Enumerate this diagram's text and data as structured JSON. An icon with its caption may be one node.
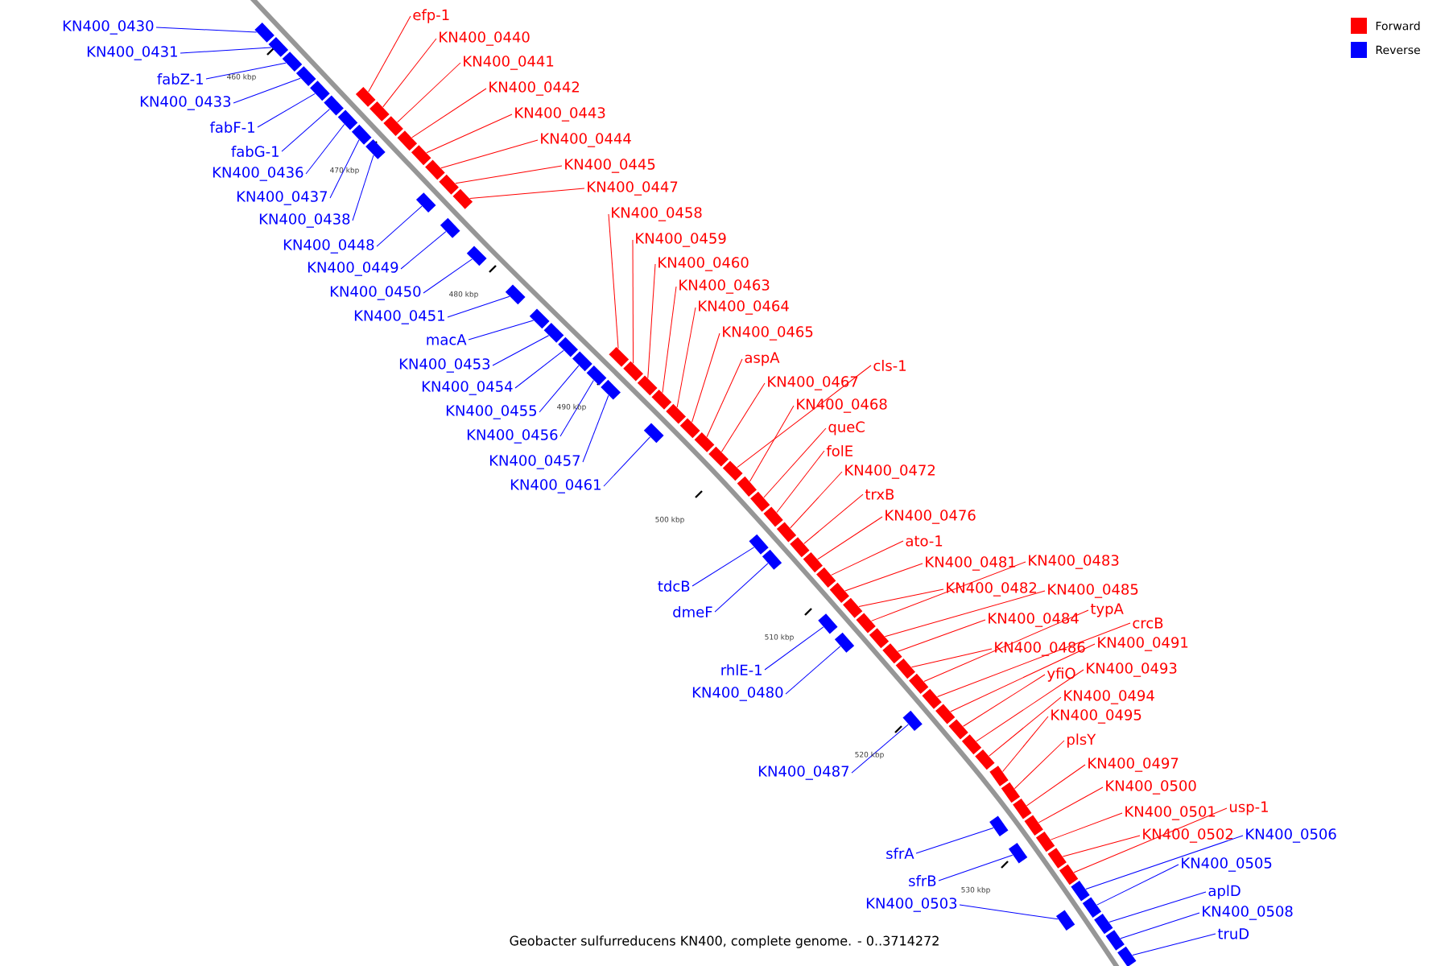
{
  "diagram": {
    "caption": "Geobacter sulfurreducens KN400, complete genome. - 0..3714272",
    "nodes": [
      {
        "text": [
          "KN400_0430"
        ]
      },
      {
        "text": [
          "KN400_0431"
        ]
      },
      {
        "text": [
          "fabZ-1"
        ]
      },
      {
        "text": [
          "KN400_0433"
        ]
      },
      {
        "text": [
          "fabF-1"
        ]
      },
      {
        "text": [
          "fabG-1"
        ]
      },
      {
        "text": [
          "KN400_0436"
        ]
      },
      {
        "text": [
          "KN400_0437"
        ]
      },
      {
        "text": [
          "KN400_0438"
        ]
      },
      {
        "text": [
          "KN400_0448"
        ]
      },
      {
        "text": [
          "KN400_0449"
        ]
      },
      {
        "text": [
          "KN400_0450"
        ]
      },
      {
        "text": [
          "KN400_0451"
        ]
      },
      {
        "text": [
          "macA"
        ]
      },
      {
        "text": [
          "KN400_0453"
        ]
      },
      {
        "text": [
          "KN400_0454"
        ]
      },
      {
        "text": [
          "KN400_0455"
        ]
      },
      {
        "text": [
          "KN400_0456"
        ]
      },
      {
        "text": [
          "KN400_0457"
        ]
      },
      {
        "text": [
          "KN400_0461"
        ]
      },
      {
        "text": [
          "tdcB"
        ]
      },
      {
        "text": [
          "dmeF"
        ]
      },
      {
        "text": [
          "rhlE-1"
        ]
      },
      {
        "text": [
          "KN400_0480"
        ]
      },
      {
        "text": [
          "KN400_0487"
        ]
      },
      {
        "text": [
          "sfrA"
        ]
      },
      {
        "text": [
          "sfrB"
        ]
      },
      {
        "text": [
          "KN400_0503"
        ]
      },
      {
        "text": [
          "efp-1"
        ]
      },
      {
        "text": [
          "KN400_0440"
        ]
      },
      {
        "text": [
          "KN400_0441"
        ]
      },
      {
        "text": [
          "KN400_0442"
        ]
      },
      {
        "text": [
          "KN400_0443"
        ]
      },
      {
        "text": [
          "KN400_0444"
        ]
      },
      {
        "text": [
          "KN400_0445"
        ]
      },
      {
        "text": [
          "KN400_0447"
        ]
      },
      {
        "text": [
          "KN400_0458"
        ]
      },
      {
        "text": [
          "KN400_0459"
        ]
      },
      {
        "text": [
          "KN400_0460"
        ]
      },
      {
        "text": [
          "KN400_0463"
        ]
      },
      {
        "text": [
          "KN400_0464"
        ]
      },
      {
        "text": [
          "KN400_0465"
        ]
      },
      {
        "text": [
          "aspA"
        ]
      },
      {
        "text": [
          "cls-1"
        ]
      },
      {
        "text": [
          "KN400_0467"
        ]
      },
      {
        "text": [
          "KN400_0468"
        ]
      },
      {
        "text": [
          "queC"
        ]
      },
      {
        "text": [
          "folE"
        ]
      },
      {
        "text": [
          "KN400_0472"
        ]
      },
      {
        "text": [
          "trxB"
        ]
      },
      {
        "text": [
          "KN400_0476"
        ]
      },
      {
        "text": [
          "ato-1"
        ]
      },
      {
        "text": [
          "KN400_0481"
        ]
      },
      {
        "text": [
          "KN400_0483"
        ]
      },
      {
        "text": [
          "KN400_0482"
        ]
      },
      {
        "text": [
          "KN400_0485"
        ]
      },
      {
        "text": [
          "KN400_0484"
        ]
      },
      {
        "text": [
          "typA"
        ]
      },
      {
        "text": [
          "crcB"
        ]
      },
      {
        "text": [
          "KN400_0486"
        ]
      },
      {
        "text": [
          "KN400_0491"
        ]
      },
      {
        "text": [
          "yfiO"
        ]
      },
      {
        "text": [
          "KN400_0493"
        ]
      },
      {
        "text": [
          "KN400_0494"
        ]
      },
      {
        "text": [
          "KN400_0495"
        ]
      },
      {
        "text": [
          "plsY"
        ]
      },
      {
        "text": [
          "KN400_0497"
        ]
      },
      {
        "text": [
          "KN400_0500"
        ]
      },
      {
        "text": [
          "KN400_0501"
        ]
      },
      {
        "text": [
          "usp-1"
        ]
      },
      {
        "text": [
          "KN400_0502"
        ]
      },
      {
        "text": [
          "KN400_0506"
        ]
      },
      {
        "text": [
          "KN400_0505"
        ]
      },
      {
        "text": [
          "aplD"
        ]
      },
      {
        "text": [
          "KN400_0508"
        ]
      },
      {
        "text": [
          "truD"
        ]
      },
      {
        "text": [],
        "shape": "box"
      },
      {
        "text": [],
        "shape": "box"
      },
      {
        "text": [],
        "shape": "box"
      },
      {
        "text": [],
        "shape": "box"
      },
      {
        "text": [],
        "shape": "box"
      },
      {
        "text": [],
        "shape": "box"
      },
      {
        "text": [],
        "shape": "box"
      },
      {
        "text": [],
        "shape": "box"
      },
      {
        "text": [],
        "shape": "box"
      },
      {
        "text": [],
        "shape": "box"
      },
      {
        "text": [],
        "shape": "box"
      },
      {
        "text": [],
        "shape": "box"
      },
      {
        "text": [],
        "shape": "box"
      },
      {
        "text": [],
        "shape": "box"
      },
      {
        "text": [],
        "shape": "box"
      },
      {
        "text": [],
        "shape": "box"
      },
      {
        "text": [],
        "shape": "box"
      },
      {
        "text": [],
        "shape": "box"
      },
      {
        "text": [],
        "shape": "box"
      },
      {
        "text": [],
        "shape": "box"
      },
      {
        "text": [],
        "shape": "box"
      },
      {
        "text": [],
        "shape": "box"
      },
      {
        "text": [],
        "shape": "box"
      },
      {
        "text": [],
        "shape": "box"
      },
      {
        "text": [],
        "shape": "box"
      },
      {
        "text": [],
        "shape": "box"
      },
      {
        "text": [],
        "shape": "box"
      },
      {
        "text": [],
        "shape": "box"
      },
      {
        "text": [],
        "shape": "box"
      },
      {
        "text": [],
        "shape": "box"
      },
      {
        "text": [],
        "shape": "box"
      },
      {
        "text": [],
        "shape": "box"
      },
      {
        "text": [],
        "shape": "box"
      },
      {
        "text": [],
        "shape": "box"
      },
      {
        "text": [],
        "shape": "box"
      },
      {
        "text": [],
        "shape": "box"
      },
      {
        "text": [],
        "shape": "box"
      },
      {
        "text": [],
        "shape": "box"
      },
      {
        "text": [],
        "shape": "box"
      },
      {
        "text": [],
        "shape": "box"
      },
      {
        "text": [],
        "shape": "box"
      },
      {
        "text": [],
        "shape": "box"
      },
      {
        "text": [],
        "shape": "box"
      },
      {
        "text": [],
        "shape": "box"
      },
      {
        "text": [],
        "shape": "box"
      },
      {
        "text": [],
        "shape": "box"
      },
      {
        "text": [],
        "shape": "box"
      },
      {
        "text": [],
        "shape": "box"
      },
      {
        "text": [],
        "shape": "box"
      },
      {
        "text": [],
        "shape": "box"
      },
      {
        "text": [],
        "shape": "box"
      },
      {
        "text": [],
        "shape": "box"
      },
      {
        "text": [],
        "shape": "box"
      },
      {
        "text": [],
        "shape": "box"
      },
      {
        "text": [],
        "shape": "box"
      },
      {
        "text": [],
        "shape": "box"
      },
      {
        "text": [],
        "shape": "box"
      },
      {
        "text": [],
        "shape": "box"
      },
      {
        "text": [],
        "shape": "box"
      },
      {
        "text": [],
        "shape": "box"
      },
      {
        "text": [],
        "shape": "box"
      },
      {
        "text": [],
        "shape": "box"
      },
      {
        "text": [],
        "shape": "box"
      },
      {
        "text": [],
        "shape": "box"
      },
      {
        "text": [],
        "shape": "box"
      },
      {
        "text": [],
        "shape": "box"
      },
      {
        "text": [],
        "shape": "box"
      },
      {
        "text": [],
        "shape": "box"
      },
      {
        "text": [],
        "shape": "box"
      },
      {
        "text": [],
        "shape": "box"
      },
      {
        "text": [],
        "shape": "box"
      },
      {
        "text": [],
        "shape": "box"
      },
      {
        "text": [],
        "shape": "box"
      },
      {
        "text": [],
        "shape": "box"
      },
      {
        "text": [],
        "shape": "box"
      },
      {
        "text": [],
        "shape": "box"
      }
    ],
    "edges": [
      {
        "from": 0,
        "to": 76,
        "arrow": "none",
        "color": "#0000ff"
      },
      {
        "from": 1,
        "to": 77,
        "arrow": "none",
        "color": "#0000ff"
      },
      {
        "from": 2,
        "to": 78,
        "arrow": "none",
        "color": "#0000ff"
      },
      {
        "from": 3,
        "to": 79,
        "arrow": "none",
        "color": "#0000ff"
      },
      {
        "from": 4,
        "to": 80,
        "arrow": "none",
        "color": "#0000ff"
      },
      {
        "from": 5,
        "to": 81,
        "arrow": "none",
        "color": "#0000ff"
      },
      {
        "from": 6,
        "to": 82,
        "arrow": "none",
        "color": "#0000ff"
      },
      {
        "from": 7,
        "to": 83,
        "arrow": "none",
        "color": "#0000ff"
      },
      {
        "from": 8,
        "to": 84,
        "arrow": "none",
        "color": "#0000ff"
      },
      {
        "from": 9,
        "to": 93,
        "arrow": "none",
        "color": "#0000ff"
      },
      {
        "from": 10,
        "to": 94,
        "arrow": "none",
        "color": "#0000ff"
      },
      {
        "from": 11,
        "to": 95,
        "arrow": "none",
        "color": "#0000ff"
      },
      {
        "from": 12,
        "to": 96,
        "arrow": "none",
        "color": "#0000ff"
      },
      {
        "from": 13,
        "to": 97,
        "arrow": "none",
        "color": "#0000ff"
      },
      {
        "from": 14,
        "to": 98,
        "arrow": "none",
        "color": "#0000ff"
      },
      {
        "from": 15,
        "to": 99,
        "arrow": "none",
        "color": "#0000ff"
      },
      {
        "from": 16,
        "to": 100,
        "arrow": "none",
        "color": "#0000ff"
      },
      {
        "from": 17,
        "to": 101,
        "arrow": "none",
        "color": "#0000ff"
      },
      {
        "from": 18,
        "to": 102,
        "arrow": "none",
        "color": "#0000ff"
      },
      {
        "from": 19,
        "to": 106,
        "arrow": "none",
        "color": "#0000ff"
      },
      {
        "from": 20,
        "to": 117,
        "arrow": "none",
        "color": "#0000ff"
      },
      {
        "from": 21,
        "to": 118,
        "arrow": "none",
        "color": "#0000ff"
      },
      {
        "from": 22,
        "to": 122,
        "arrow": "none",
        "color": "#0000ff"
      },
      {
        "from": 23,
        "to": 123,
        "arrow": "none",
        "color": "#0000ff"
      },
      {
        "from": 24,
        "to": 129,
        "arrow": "none",
        "color": "#0000ff"
      },
      {
        "from": 25,
        "to": 140,
        "arrow": "none",
        "color": "#0000ff"
      },
      {
        "from": 26,
        "to": 141,
        "arrow": "none",
        "color": "#0000ff"
      },
      {
        "from": 27,
        "to": 144,
        "arrow": "none",
        "color": "#0000ff"
      },
      {
        "from": 28,
        "to": 85,
        "arrow": "none"
      },
      {
        "from": 29,
        "to": 86,
        "arrow": "none"
      },
      {
        "from": 30,
        "to": 87,
        "arrow": "none"
      },
      {
        "from": 31,
        "to": 88,
        "arrow": "none"
      },
      {
        "from": 32,
        "to": 89,
        "arrow": "none"
      },
      {
        "from": 33,
        "to": 90,
        "arrow": "none"
      },
      {
        "from": 34,
        "to": 91,
        "arrow": "none"
      },
      {
        "from": 35,
        "to": 92,
        "arrow": "none"
      },
      {
        "from": 36,
        "to": 103,
        "arrow": "none"
      },
      {
        "from": 37,
        "to": 104,
        "arrow": "none"
      },
      {
        "from": 38,
        "to": 105,
        "arrow": "none"
      },
      {
        "from": 39,
        "to": 107,
        "arrow": "none"
      },
      {
        "from": 40,
        "to": 108,
        "arrow": "none"
      },
      {
        "from": 41,
        "to": 109,
        "arrow": "none"
      },
      {
        "from": 42,
        "to": 110,
        "arrow": "none"
      },
      {
        "from": 43,
        "to": 112,
        "arrow": "none"
      },
      {
        "from": 44,
        "to": 111,
        "arrow": "none"
      },
      {
        "from": 45,
        "to": 113,
        "arrow": "none"
      },
      {
        "from": 46,
        "to": 114,
        "arrow": "none"
      },
      {
        "from": 47,
        "to": 115,
        "arrow": "none"
      },
      {
        "from": 48,
        "to": 116,
        "arrow": "none"
      },
      {
        "from": 49,
        "to": 119,
        "arrow": "none"
      },
      {
        "from": 50,
        "to": 120,
        "arrow": "none"
      },
      {
        "from": 51,
        "to": 121,
        "arrow": "none"
      },
      {
        "from": 52,
        "to": 124,
        "arrow": "none"
      },
      {
        "from": 53,
        "to": 126,
        "arrow": "none"
      },
      {
        "from": 54,
        "to": 125,
        "arrow": "none"
      },
      {
        "from": 55,
        "to": 127,
        "arrow": "none"
      },
      {
        "from": 56,
        "to": 128,
        "arrow": "none"
      },
      {
        "from": 57,
        "to": 131,
        "arrow": "none"
      },
      {
        "from": 58,
        "to": 132,
        "arrow": "none"
      },
      {
        "from": 59,
        "to": 130,
        "arrow": "none"
      },
      {
        "from": 60,
        "to": 133,
        "arrow": "none"
      },
      {
        "from": 61,
        "to": 134,
        "arrow": "none"
      },
      {
        "from": 62,
        "to": 135,
        "arrow": "none"
      },
      {
        "from": 63,
        "to": 136,
        "arrow": "none"
      },
      {
        "from": 64,
        "to": 137,
        "arrow": "none"
      },
      {
        "from": 65,
        "to": 138,
        "arrow": "none"
      },
      {
        "from": 66,
        "to": 139,
        "arrow": "none"
      },
      {
        "from": 67,
        "to": 142,
        "arrow": "none"
      },
      {
        "from": 68,
        "to": 143,
        "arrow": "none"
      },
      {
        "from": 69,
        "to": 146,
        "arrow": "none"
      },
      {
        "from": 70,
        "to": 145,
        "arrow": "none"
      },
      {
        "from": 71,
        "to": 147,
        "arrow": "none",
        "color": "#0000ff"
      },
      {
        "from": 72,
        "to": 148,
        "arrow": "none",
        "color": "#0000ff"
      },
      {
        "from": 73,
        "to": 149,
        "arrow": "none",
        "color": "#0000ff"
      },
      {
        "from": 74,
        "to": 150,
        "arrow": "none",
        "color": "#0000ff"
      },
      {
        "from": 75,
        "to": 151,
        "arrow": "none",
        "color": "#0000ff"
      }
    ],
    "labels": [
      "460 kbp",
      "470 kbp",
      "480 kbp",
      "490 kbp",
      "500 kbp",
      "510 kbp",
      "520 kbp",
      "530 kbp"
    ],
    "legend": [
      {
        "text": "Forward",
        "color": "#ff0000"
      },
      {
        "text": "Reverse",
        "color": "#0000ff"
      }
    ]
  }
}
